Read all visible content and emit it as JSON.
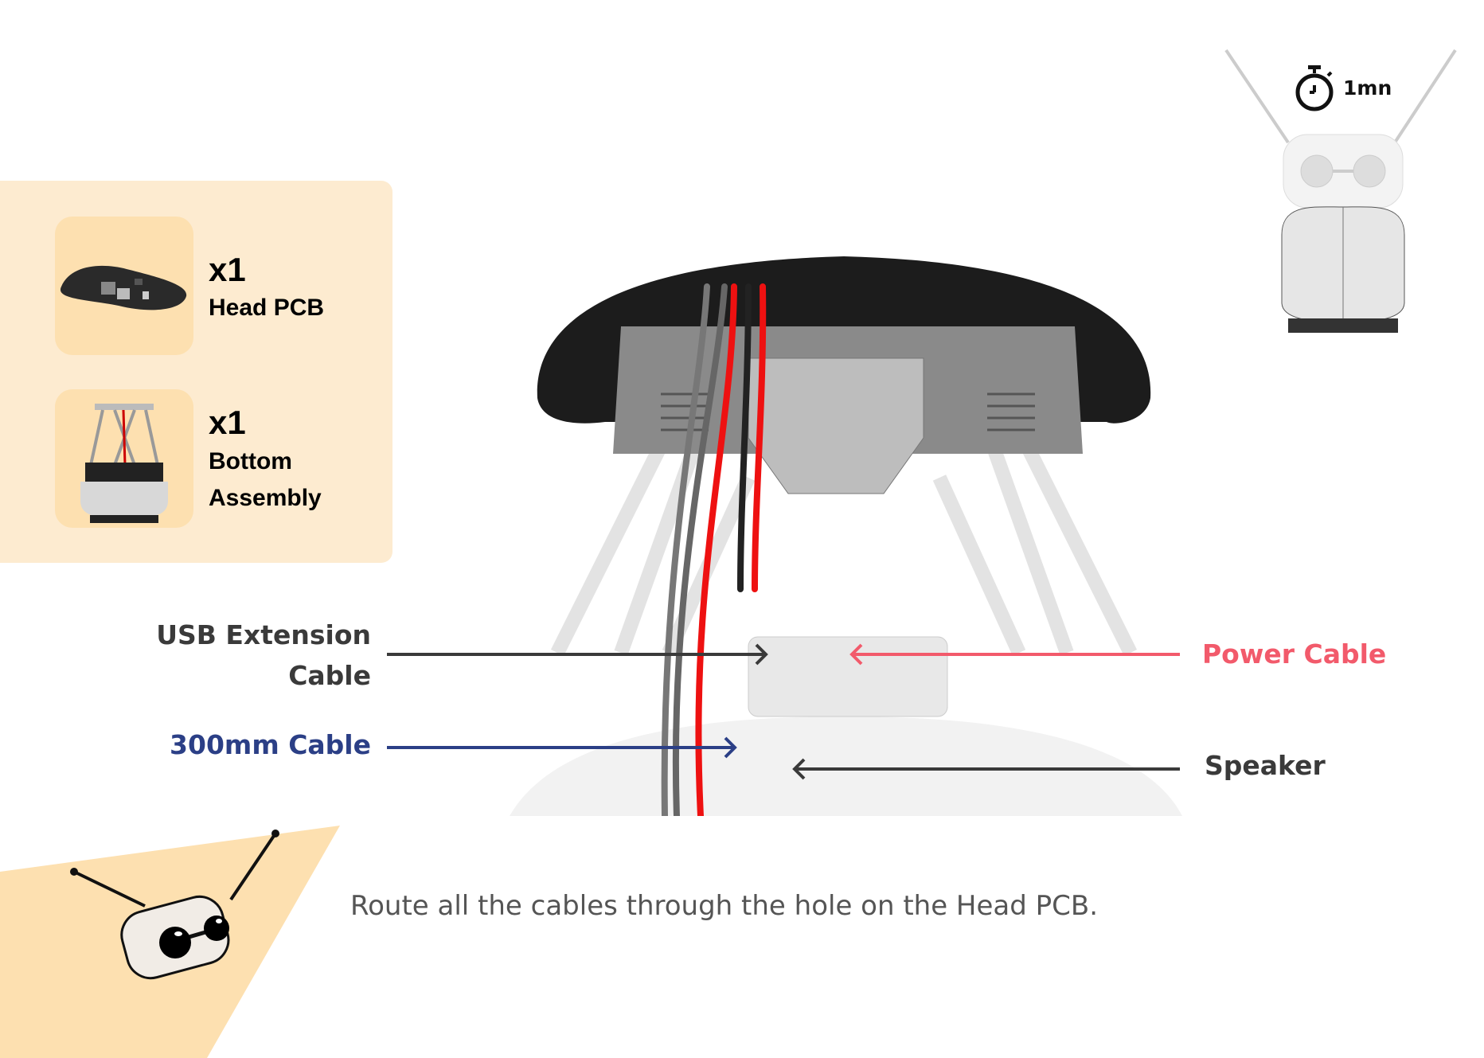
{
  "parts": [
    {
      "quantity": "x1",
      "name": "Head PCB",
      "icon": "head-pcb-image"
    },
    {
      "quantity": "x1",
      "name_lines": [
        "Bottom",
        "Assembly"
      ],
      "icon": "bottom-assembly-image"
    }
  ],
  "timer": {
    "icon": "stopwatch-icon",
    "duration": "1mn"
  },
  "callouts": {
    "usb": {
      "lines": [
        "USB Extension",
        "Cable"
      ],
      "color": "#3a3a3a"
    },
    "cable300": {
      "label": "300mm Cable",
      "color": "#2b3f86"
    },
    "power": {
      "label": "Power Cable",
      "color": "#f25a6b"
    },
    "speaker": {
      "label": "Speaker",
      "color": "#3a3a3a"
    }
  },
  "instruction": "Route all the cables through the hole on the Head PCB.",
  "colors": {
    "panel": "#fdebd0",
    "thumb": "#fde0b0",
    "accent": "#fde0b0"
  }
}
